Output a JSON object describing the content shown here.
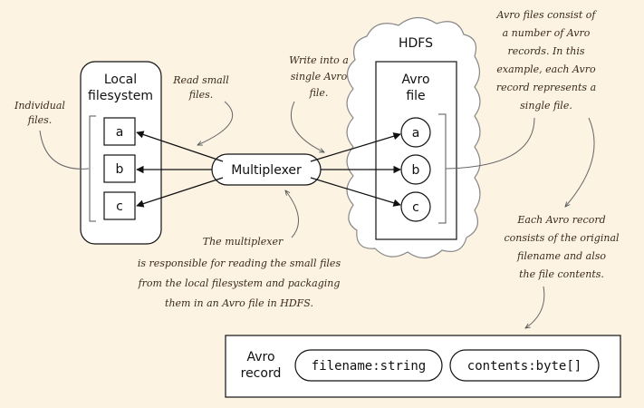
{
  "local_filesystem": {
    "title_lines": [
      "Local",
      "filesystem"
    ],
    "files": [
      "a",
      "b",
      "c"
    ]
  },
  "hdfs": {
    "title": "HDFS",
    "avro_file_lines": [
      "Avro",
      "file"
    ],
    "records": [
      "a",
      "b",
      "c"
    ]
  },
  "multiplexer": {
    "label": "Multiplexer"
  },
  "avro_record": {
    "label_lines": [
      "Avro",
      "record"
    ],
    "fields": [
      "filename:string",
      "contents:byte[]"
    ]
  },
  "annotations": {
    "individual_files": [
      "Individual",
      "files."
    ],
    "read_small": [
      "Read small",
      "files."
    ],
    "write_into": [
      "Write into a",
      "single Avro",
      "file."
    ],
    "avro_consist": [
      "Avro files consist of",
      "a number of Avro",
      "records. In this",
      "example, each Avro",
      "record represents a",
      "single file."
    ],
    "each_record": [
      "Each Avro record",
      "consists of the original",
      "filename and also",
      "the file contents."
    ],
    "multiplexer_note": [
      "The multiplexer",
      "is responsible for reading the small files",
      "from the local filesystem and packaging",
      "them in an Avro file in HDFS."
    ]
  }
}
